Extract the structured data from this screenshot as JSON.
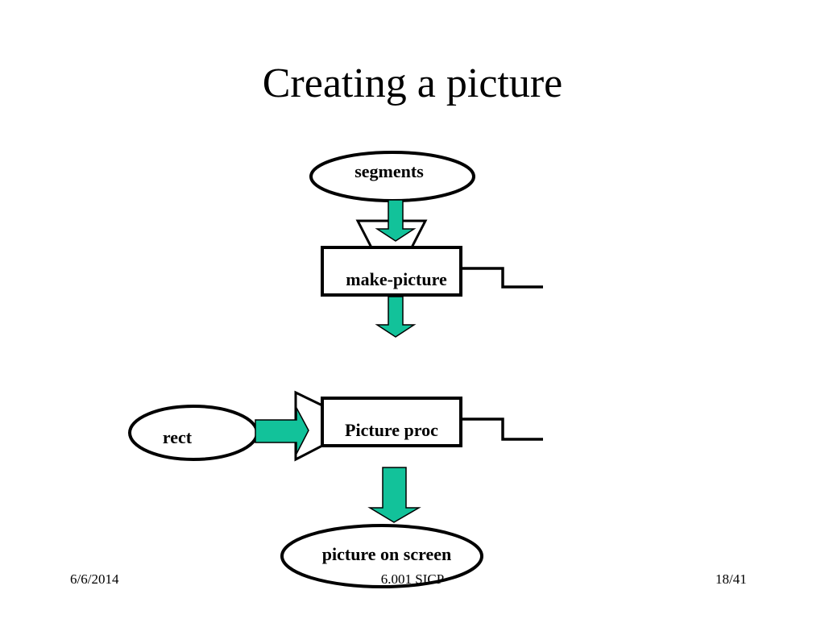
{
  "slide": {
    "title": "Creating a picture"
  },
  "diagram": {
    "accent_color": "#12c29a",
    "nodes": {
      "segments": "segments",
      "make_picture": "make-picture",
      "picture_proc": "Picture proc",
      "rect": "rect",
      "picture_on_screen": "picture on screen"
    }
  },
  "footer": {
    "date": "6/6/2014",
    "course": "6.001 SICP",
    "page": "18/41"
  }
}
